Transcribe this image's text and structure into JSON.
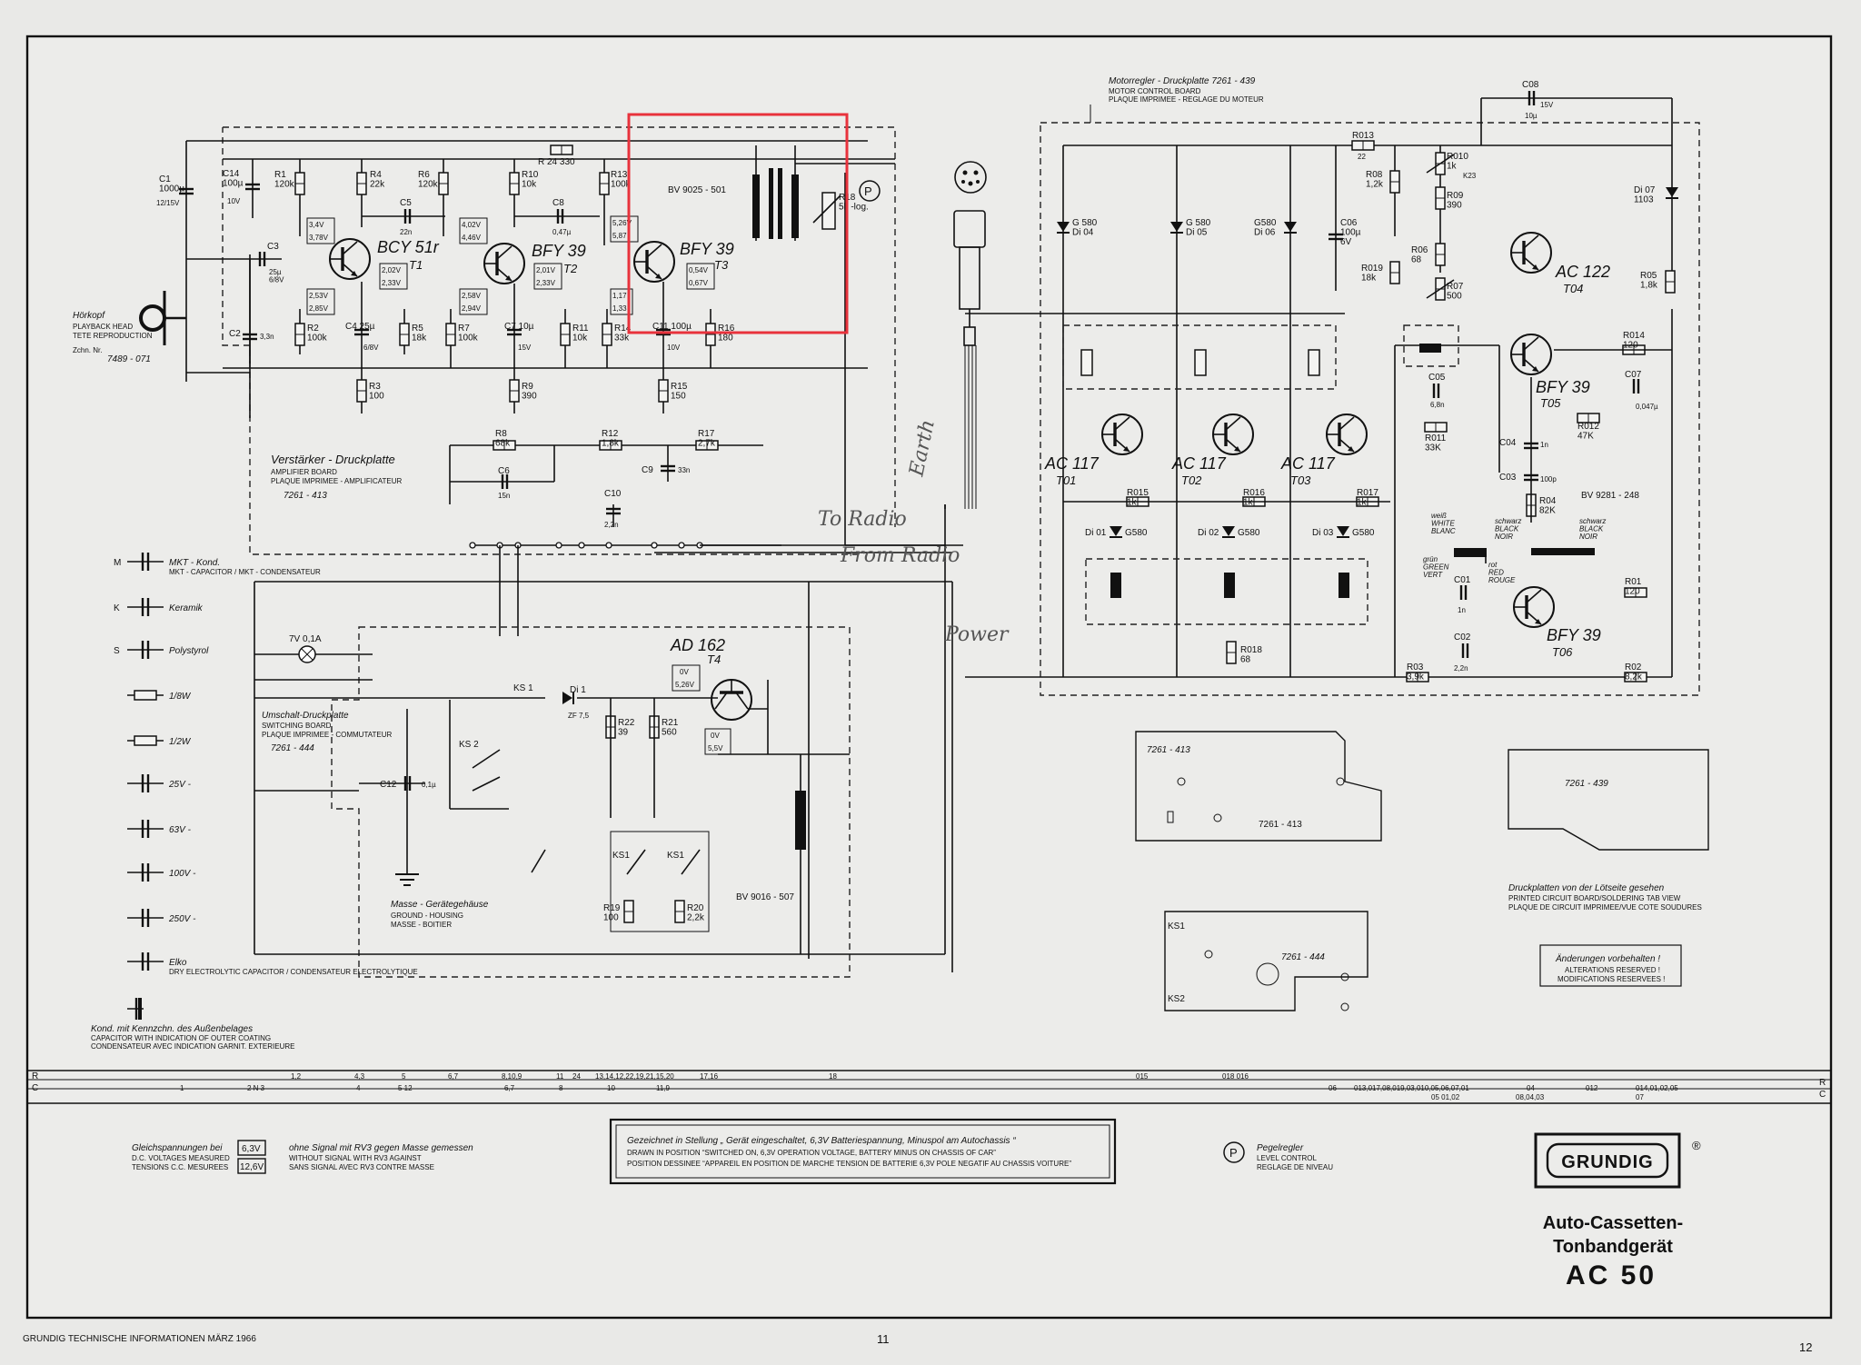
{
  "header": {
    "motor_board_title": "Motorregler - Druckplatte   7261 - 439",
    "motor_board_en": "MOTOR CONTROL BOARD",
    "motor_board_fr": "PLAQUE IMPRIMEE - REGLAGE DU MOTEUR",
    "amp_board_title": "Verstärker - Druckplatte",
    "amp_board_en": "AMPLIFIER BOARD",
    "amp_board_fr": "PLAQUE IMPRIMEE - AMPLIFICATEUR",
    "amp_board_no": "7261 - 413",
    "switch_board_title": "Umschalt-Druckplatte",
    "switch_board_en": "SWITCHING BOARD",
    "switch_board_fr": "PLAQUE IMPRIMEE - COMMUTATEUR",
    "switch_board_no": "7261 - 444"
  },
  "head": {
    "label": "Hörkopf",
    "en": "PLAYBACK HEAD",
    "fr": "TETE REPRODUCTION",
    "drawing_no_label": "Zchn. Nr.",
    "drawing_no": "7489 - 071"
  },
  "transistors": [
    {
      "name": "BCY 51r",
      "ref": "T1",
      "v1": "3,4V",
      "v2": "3,78V",
      "v3": "2,02V",
      "v4": "2,33V",
      "v5": "2,53V",
      "v6": "2,85V"
    },
    {
      "name": "BFY 39",
      "ref": "T2",
      "v1": "4,02V",
      "v2": "4,46V",
      "v3": "2,01V",
      "v4": "2,33V",
      "v5": "2,58V",
      "v6": "2,94V"
    },
    {
      "name": "BFY 39",
      "ref": "T3",
      "v1": "5,26V",
      "v2": "5,87",
      "v3": "0,54V",
      "v4": "0,67V",
      "v5": "1,17",
      "v6": "1,33"
    },
    {
      "name": "AD 162",
      "ref": "T4",
      "v1": "0V",
      "v2": "5,26V",
      "v3": "0V",
      "v4": "5,5V"
    },
    {
      "name": "AC 117",
      "ref": "T01"
    },
    {
      "name": "AC 117",
      "ref": "T02"
    },
    {
      "name": "AC 117",
      "ref": "T03"
    },
    {
      "name": "AC 122",
      "ref": "T04"
    },
    {
      "name": "BFY 39",
      "ref": "T05"
    },
    {
      "name": "BFY 39",
      "ref": "T06"
    }
  ],
  "amp_components": {
    "C1": "C1\n1000µ",
    "C1v": "12/15V",
    "C14": "C14\n100µ",
    "C14v": "10V",
    "R1": "R1\n120k",
    "R4": "R4\n22k",
    "C5": "C5",
    "C5v": "22n",
    "R6": "R6\n120k",
    "R10": "R10\n10k",
    "C8": "C8",
    "C8v": "0,47µ",
    "R13": "R13\n100k",
    "R24": "R 24  330",
    "C3": "C3",
    "C3v": "25µ\n6/8V",
    "C2": "C2",
    "C2v": "3,3n",
    "R2": "R2\n100k",
    "C4": "C4 25µ",
    "C4v": "6/8V",
    "R5": "R5\n18k",
    "R7": "R7\n100k",
    "C7": "C7 10µ",
    "C7v": "15V",
    "R11": "R11\n10k",
    "R14": "R14\n33k",
    "C11": "C11 100µ",
    "C11v": "10V",
    "R16": "R16\n180",
    "R3": "R3\n100",
    "R9": "R9\n390",
    "R15": "R15\n150",
    "R8": "R8\n68k",
    "R12": "R12\n1,8k",
    "R17": "R17\n2,7k",
    "C6": "C6",
    "C6v": "15n",
    "C9": "C9",
    "C9v": "33n",
    "C10": "C10",
    "C10v": "2,2n",
    "transformer": "BV 9025 - 501",
    "R18": "R18\n5k -log."
  },
  "motor_components": {
    "C08": "C08",
    "C08v": "10µ",
    "C08vv": "15V",
    "R013": "R013",
    "R013v": "22",
    "R010": "R010\n1k",
    "K23": "K23",
    "R08": "R08\n1,2k",
    "R09": "R09\n390",
    "Di07": "Di 07\n1103",
    "G580a": "G 580\nDi 04",
    "G580b": "G 580\nDi 05",
    "G580c": "G580\nDi 06",
    "C06": "C06\n100µ\n6V",
    "R06": "R06\n68",
    "R019": "R019\n18k",
    "R07": "R07\n500",
    "R05": "R05\n1,8k",
    "R014": "R014\n120",
    "C07": "C07",
    "C07v": "0,047µ",
    "C05": "C05",
    "C05v": "6,8n",
    "R011": "R011\n33K",
    "R012": "R012\n47K",
    "C04": "C04",
    "C04v": "1n",
    "C03": "C03",
    "C03v": "100p",
    "R04": "R04\n82K",
    "BV9281": "BV 9281 - 248",
    "R015": "R015\n1k",
    "R016": "R016\n1k",
    "R017": "R017\n1k",
    "Di01": "Di 01",
    "Di02": "Di 02",
    "Di03": "Di 03",
    "G580": "G580",
    "R018": "R018\n68",
    "white": "weiß\nWHITE\nBLANC",
    "black1": "schwarz\nBLACK\nNOIR",
    "black2": "schwarz\nBLACK\nNOIR",
    "green": "grün\nGREEN\nVERT",
    "red": "rot\nRED\nROUGE",
    "C01": "C01",
    "C01v": "1n",
    "R01": "R01\n120",
    "C02": "C02",
    "C02v": "2,2n",
    "R03": "R03\n3,9k",
    "R02": "R02\n8,2k"
  },
  "switch_components": {
    "lamp": "7V  0,1A",
    "Di1": "Di 1",
    "Di1v": "ZF 7,5",
    "R22": "R22\n39",
    "R21": "R21\n560",
    "C12": "C12",
    "C12v": "0,1µ",
    "KS2": "KS 2",
    "KS1a": "KS 1",
    "KS1b": "KS1",
    "KS1c": "KS1",
    "R19": "R19\n100",
    "R20": "R20\n2,2k",
    "choke": "BV 9016 - 507",
    "ground": "Masse - Gerätegehäuse",
    "ground_en": "GROUND - HOUSING",
    "ground_fr": "MASSE - BOITIER"
  },
  "legend": [
    {
      "sym": "M",
      "label": "MKT - Kond.",
      "sub": "MKT - CAPACITOR / MKT - CONDENSATEUR"
    },
    {
      "sym": "K",
      "label": "Keramik",
      "sub": ""
    },
    {
      "sym": "S",
      "label": "Polystyrol",
      "sub": ""
    },
    {
      "sym": "",
      "label": "1/8W",
      "sub": ""
    },
    {
      "sym": "",
      "label": "1/2W",
      "sub": ""
    },
    {
      "sym": "",
      "label": "25V -",
      "sub": ""
    },
    {
      "sym": "",
      "label": "63V -",
      "sub": ""
    },
    {
      "sym": "",
      "label": "100V -",
      "sub": ""
    },
    {
      "sym": "",
      "label": "250V -",
      "sub": ""
    },
    {
      "sym": "",
      "label": "Elko",
      "sub": "DRY ELECTROLYTIC CAPACITOR / CONDENSATEUR ELECTROLYTIQUE"
    }
  ],
  "legend_outer": {
    "label": "Kond. mit Kennzchn. des Außenbelages",
    "en": "CAPACITOR WITH INDICATION OF OUTER COATING",
    "fr": "CONDENSATEUR AVEC INDICATION GARNIT. EXTERIEURE"
  },
  "handwritten": {
    "earth": "Earth",
    "to_radio": "To Radio",
    "from_radio": "From Radio",
    "power": "Power"
  },
  "pcb": {
    "board_413": "7261 - 413",
    "board_439": "7261 - 439",
    "board_444": "7261 - 444",
    "ks1": "KS1",
    "ks2": "KS2",
    "druck": "Druckplatten von der Lötseite gesehen",
    "druck_en": "PRINTED CIRCUIT BOARD/SOLDERING TAB VIEW",
    "druck_fr": "PLAQUE DE CIRCUIT IMPRIMEE/VUE COTE SOUDURES"
  },
  "alterations": {
    "de": "Änderungen vorbehalten !",
    "en": "ALTERATIONS RESERVED !",
    "fr": "MODIFICATIONS RESERVEES !"
  },
  "rows": {
    "R_label": "R",
    "C_label": "C",
    "r_values": [
      "1,2",
      "4,3",
      "5",
      "6,7",
      "8,10,9",
      "11",
      "24",
      "13,14,12,22,19,21,15,20",
      "17,16",
      "18",
      "015",
      "018   016"
    ],
    "c_values": [
      "1",
      "2 N 3",
      "4",
      "5 12",
      "6,7",
      "8",
      "10",
      "11,9",
      "06",
      "013,017,08,019,03,010,05,06,07,01",
      "05   01,02",
      "04",
      "08,04,03",
      "012",
      "014,01,02,05",
      "07"
    ]
  },
  "footer_notes": {
    "dc_label": "Gleichspannungen bei",
    "dc_en": "D.C. VOLTAGES MEASURED",
    "dc_fr": "TENSIONS C.C. MESUREES",
    "v1": "6,3V",
    "v2": "12,6V",
    "no_signal": "ohne Signal mit RV3 gegen Masse gemessen",
    "no_signal_en": "WITHOUT SIGNAL WITH RV3 AGAINST",
    "no_signal_fr": "SANS SIGNAL AVEC RV3 CONTRE MASSE",
    "drawn_pos": "Gezeichnet in Stellung „ Gerät eingeschaltet, 6,3V Batteriespannung, Minuspol am Autochassis “",
    "drawn_en": "DRAWN IN POSITION  “SWITCHED ON, 6,3V OPERATION VOLTAGE, BATTERY MINUS ON CHASSIS OF CAR”",
    "drawn_fr": "POSITION DESSINEE  “APPAREIL EN POSITION DE MARCHE TENSION DE BATTERIE 6,3V POLE NEGATIF AU CHASSIS VOITURE”",
    "p_symbol": "P",
    "pegel": "Pegelregler",
    "pegel_en": "LEVEL CONTROL",
    "pegel_fr": "REGLAGE DE NIVEAU"
  },
  "brand": {
    "logo": "GRUNDIG",
    "reg": "®",
    "product1": "Auto-Cassetten-",
    "product2": "Tonbandgerät",
    "model": "AC 50"
  },
  "bottom": {
    "left": "GRUNDIG TECHNISCHE INFORMATIONEN   MÄRZ 1966",
    "page11": "11",
    "page12": "12"
  },
  "highlight_color": "#e8323c"
}
